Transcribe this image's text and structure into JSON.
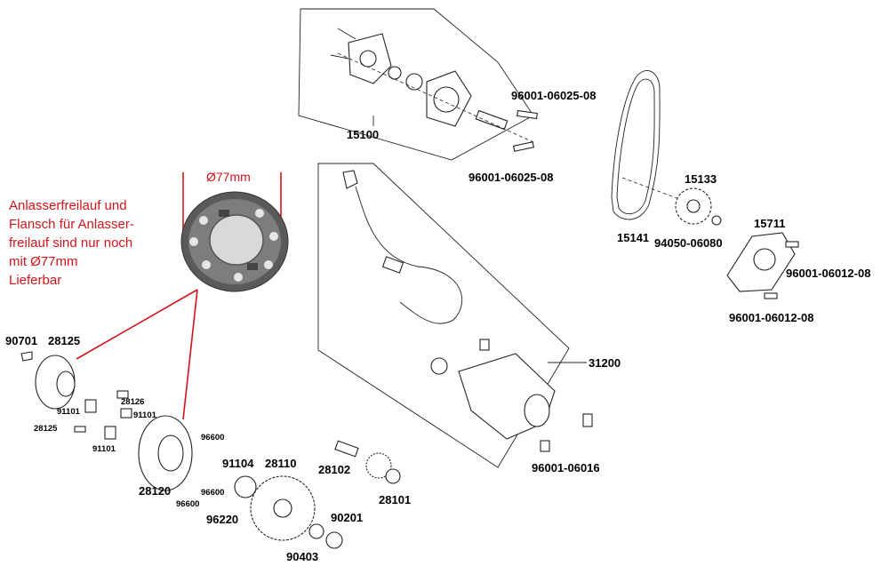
{
  "note": {
    "lines": [
      "Anlasserfreilauf und",
      "Flansch für Anlasser-",
      "freilauf sind nur noch",
      "mit Ø77mm",
      "Lieferbar"
    ],
    "diameter_label": "Ø77mm"
  },
  "labels": {
    "oil_pump_assy": "15100",
    "bolt_top_1": "96001-06025-08",
    "bolt_top_2": "96001-06025-08",
    "chain": "15141",
    "sprocket": "15133",
    "sprocket_bolt": "94050-06080",
    "pump_cover": "15711",
    "cover_bolt_1": "96001-06012-08",
    "cover_bolt_2": "96001-06012-08",
    "starter_assy": "31200",
    "starter_bolt": "96001-06016",
    "key": "90701",
    "flange": "28125",
    "spring": "28126",
    "roller_1": "91101",
    "roller_2": "91101",
    "roller_3": "91101",
    "plug": "28125",
    "clutch_outer": "28120",
    "screw_1": "96600",
    "screw_2": "96600",
    "screw_3": "96600",
    "needle_bearing": "91104",
    "starter_gear": "28110",
    "shaft": "28102",
    "idle_gear": "28101",
    "washer": "90201",
    "nut": "90403",
    "key_2": "96220"
  }
}
